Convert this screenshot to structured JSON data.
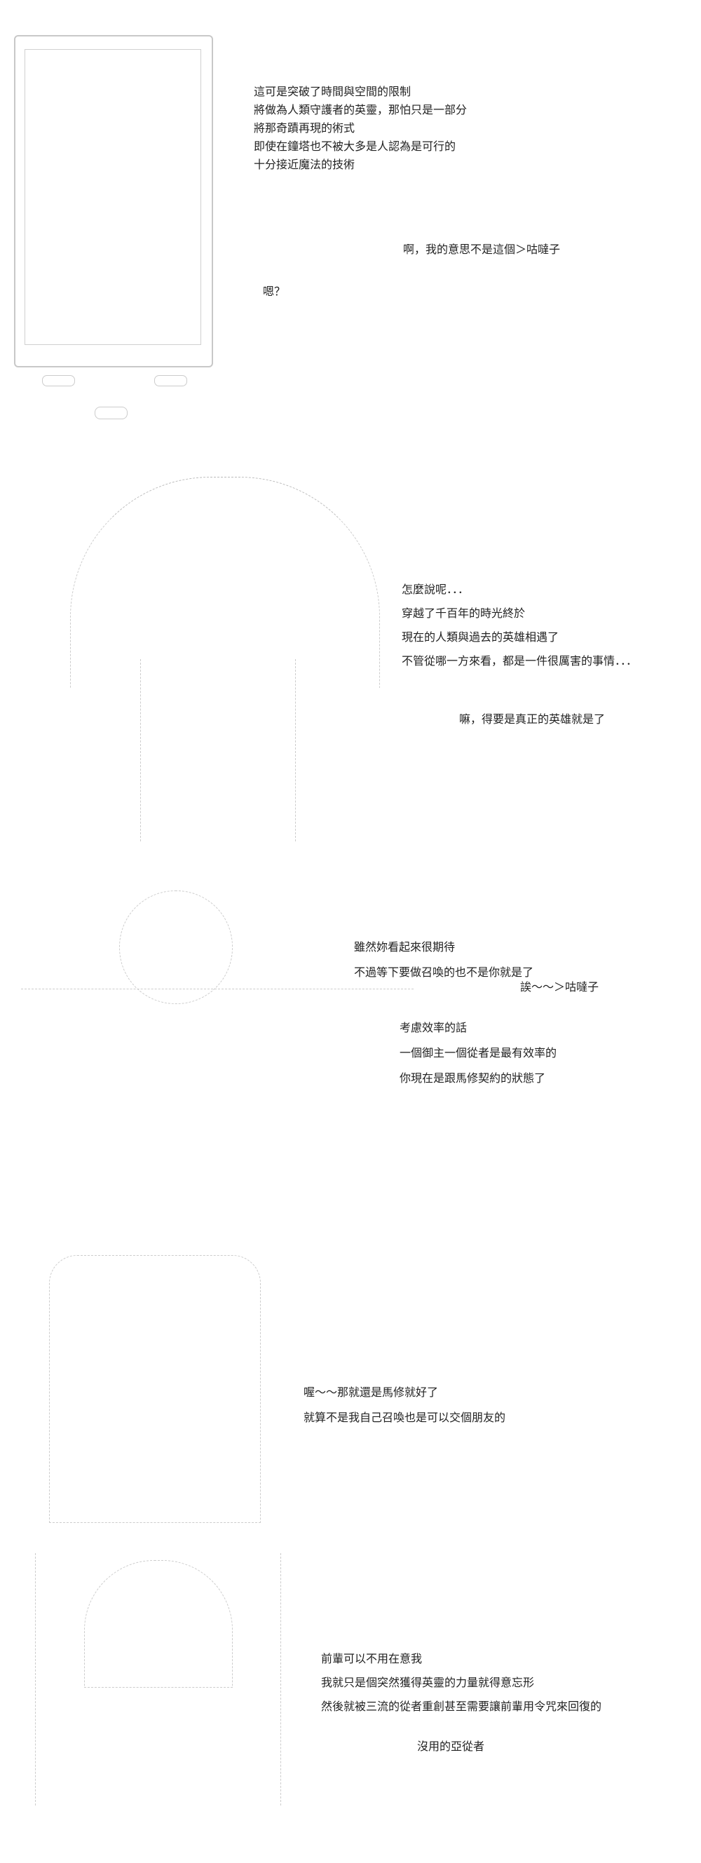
{
  "panels": [
    {
      "lines": [
        "這可是突破了時間與空間的限制",
        "將做為人類守護者的英靈，那怕只是一部分",
        "將那奇蹟再現的術式",
        "即使在鐘塔也不被大多是人認為是可行的",
        "十分接近魔法的技術"
      ],
      "aside": "啊，我的意思不是這個＞咕噠子",
      "aside2": "嗯？"
    },
    {
      "lines": [
        "怎麼說呢．．．",
        "穿越了千百年的時光終於",
        "現在的人類與過去的英雄相遇了",
        "不管從哪一方來看，都是一件很厲害的事情．．．"
      ],
      "aside": "嘛，得要是真正的英雄就是了"
    },
    {
      "lines": [
        "雖然妳看起來很期待",
        "不過等下要做召喚的也不是你就是了"
      ],
      "aside": "誒～～＞咕噠子",
      "lines2": [
        "考慮效率的話",
        "一個御主一個從者是最有效率的",
        "你現在是跟馬修契約的狀態了"
      ]
    },
    {
      "lines": [
        "喔～～那就還是馬修就好了",
        "就算不是我自己召喚也是可以交個朋友的"
      ]
    },
    {
      "lines": [
        "前輩可以不用在意我",
        "我就只是個突然獲得英靈的力量就得意忘形",
        "然後就被三流的從者重創甚至需要讓前輩用令咒來回復的"
      ],
      "aside": "沒用的亞從者"
    }
  ]
}
